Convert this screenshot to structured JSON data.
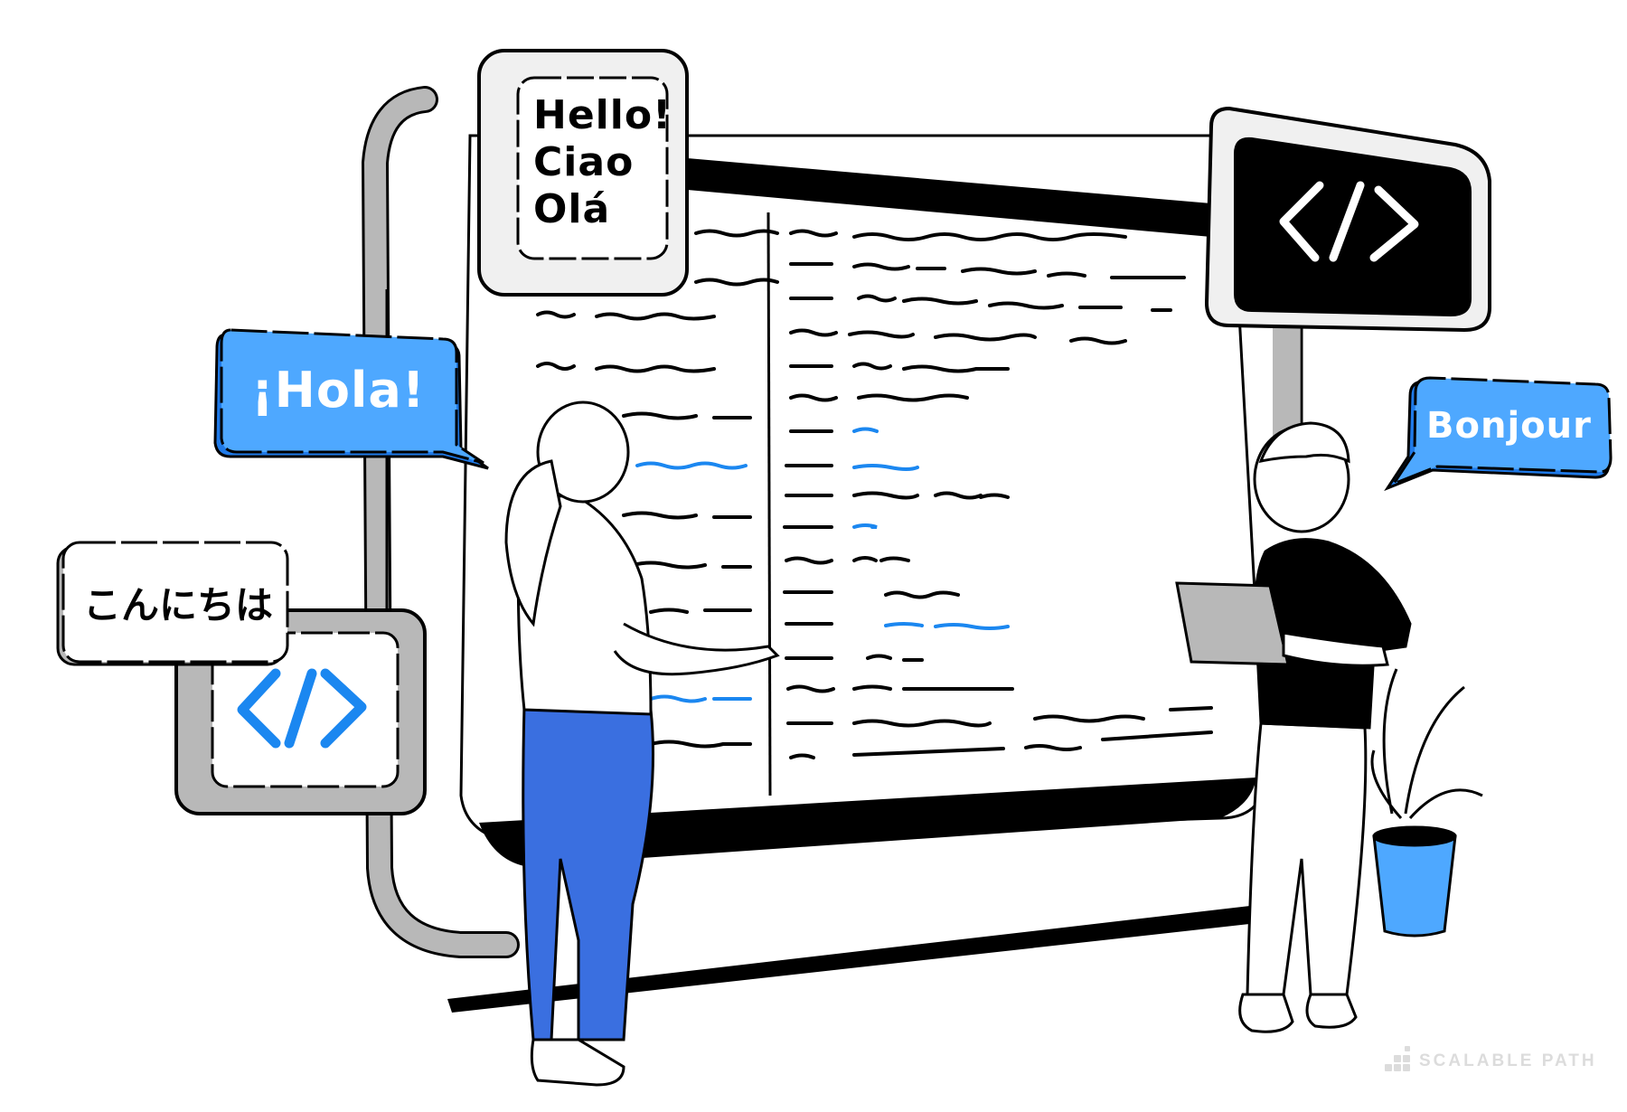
{
  "illustration": {
    "description": "Two developers in front of a large code monitor surrounded by multilingual greeting signs",
    "colors": {
      "accent_blue": "#4ea8ff",
      "pants_blue": "#3a6fe0",
      "code_blue": "#1b87f0",
      "frame_gray": "#b8b8b8",
      "sign_fill": "#f0f0f0",
      "ink": "#000000"
    }
  },
  "signs": {
    "top_center": {
      "lines": [
        "Hello!",
        "Ciao",
        "Olá"
      ]
    },
    "left_bubble": {
      "label": "¡Hola!"
    },
    "left_card": {
      "label": "こんにちは"
    },
    "left_code_sign": {
      "icon": "code-tag-icon",
      "glyph": "</>"
    },
    "right_code_sign": {
      "icon": "code-tag-icon",
      "glyph": "</>"
    },
    "right_bubble": {
      "label": "Bonjour"
    }
  },
  "brand": {
    "label": "SCALABLE PATH"
  }
}
